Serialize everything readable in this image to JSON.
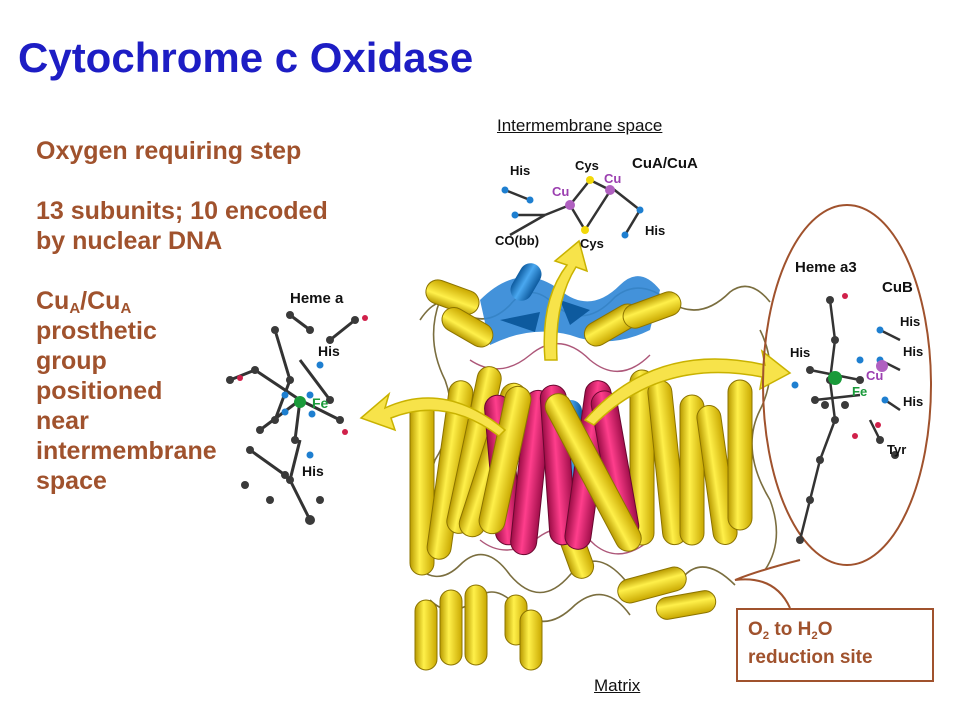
{
  "title": "Cytochrome c Oxidase",
  "bullets": {
    "line1": "Oxygen requiring step",
    "line2": "13 subunits; 10 encoded",
    "line3": "by nuclear DNA",
    "cu_base": "Cu",
    "cu_sub": "A",
    "cu_sep": "/Cu",
    "cu_sub2": "A",
    "line5": "prosthetic",
    "line6": "group",
    "line7": "positioned",
    "line8": "near",
    "line9": "intermembrane",
    "line10": "space"
  },
  "labels": {
    "intermembrane": "Intermembrane space",
    "matrix": "Matrix"
  },
  "callout": {
    "o": "O",
    "o_sub": "2",
    "to": " to H",
    "h_sub": "2",
    "o2": "O",
    "line2": "reduction site"
  },
  "cofactors": {
    "heme_a": {
      "title": "Heme a",
      "his1": "His",
      "his2": "His",
      "fe": "Fe"
    },
    "cua": {
      "title": "CuA/CuA",
      "cys1": "Cys",
      "cys2": "Cys",
      "his1": "His",
      "his2": "His",
      "cu1": "Cu",
      "cu2": "Cu",
      "co": "CO(bb)"
    },
    "heme_a3": {
      "title": "Heme a3",
      "cub": "CuB",
      "his1": "His",
      "his2": "His",
      "his3": "His",
      "his4": "His",
      "fe": "Fe",
      "cu": "Cu",
      "tyr": "Tyr"
    }
  },
  "colors": {
    "title": "#1d1dc4",
    "text": "#a0522d",
    "helix_yellow": "#f5d90a",
    "helix_red": "#e0186c",
    "helix_blue": "#1e7fd0",
    "arrow": "#f7e34a"
  }
}
